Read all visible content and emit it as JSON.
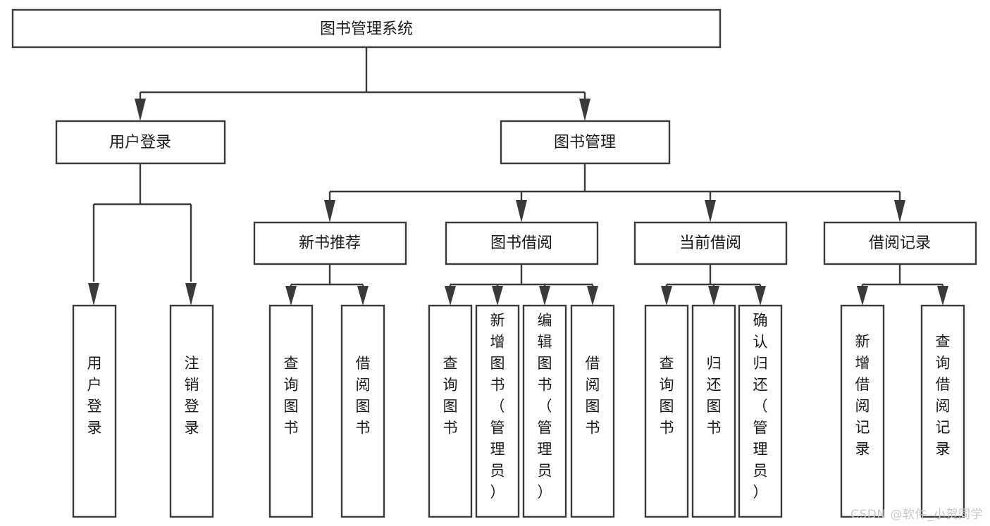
{
  "diagram": {
    "title": "图书管理系统",
    "type": "tree-hierarchy-chart",
    "root": {
      "label": "图书管理系统"
    },
    "level2": [
      {
        "label": "用户登录"
      },
      {
        "label": "图书管理"
      }
    ],
    "level3": [
      {
        "label": "新书推荐"
      },
      {
        "label": "图书借阅"
      },
      {
        "label": "当前借阅"
      },
      {
        "label": "借阅记录"
      }
    ],
    "leaves": {
      "user_login": [
        {
          "label": "用户登录"
        },
        {
          "label": "注销登录"
        }
      ],
      "new_book_recommend": [
        {
          "label": "查询图书"
        },
        {
          "label": "借阅图书"
        }
      ],
      "book_borrow": [
        {
          "label": "查询图书"
        },
        {
          "label": "新增图书（管理员）"
        },
        {
          "label": "编辑图书（管理员）"
        },
        {
          "label": "借阅图书"
        }
      ],
      "current_borrow": [
        {
          "label": "查询图书"
        },
        {
          "label": "归还图书"
        },
        {
          "label": "确认归还（管理员）"
        }
      ],
      "borrow_record": [
        {
          "label": "新增借阅记录"
        },
        {
          "label": "查询借阅记录"
        }
      ]
    }
  },
  "watermark": {
    "text": "CSDN @软件_小贺同学"
  },
  "colors": {
    "border": "#3a3a3a",
    "text": "#1a1a1a",
    "background": "#ffffff",
    "watermark": "#c9c9c9"
  },
  "chart_data": {
    "type": "table",
    "title": "图书管理系统",
    "nodes": [
      {
        "id": "root",
        "label": "图书管理系统",
        "level": 0,
        "parent": null
      },
      {
        "id": "n1",
        "label": "用户登录",
        "level": 1,
        "parent": "root"
      },
      {
        "id": "n2",
        "label": "图书管理",
        "level": 1,
        "parent": "root"
      },
      {
        "id": "n1a",
        "label": "用户登录",
        "level": 2,
        "parent": "n1"
      },
      {
        "id": "n1b",
        "label": "注销登录",
        "level": 2,
        "parent": "n1"
      },
      {
        "id": "n2a",
        "label": "新书推荐",
        "level": 2,
        "parent": "n2"
      },
      {
        "id": "n2b",
        "label": "图书借阅",
        "level": 2,
        "parent": "n2"
      },
      {
        "id": "n2c",
        "label": "当前借阅",
        "level": 2,
        "parent": "n2"
      },
      {
        "id": "n2d",
        "label": "借阅记录",
        "level": 2,
        "parent": "n2"
      },
      {
        "id": "n2a1",
        "label": "查询图书",
        "level": 3,
        "parent": "n2a"
      },
      {
        "id": "n2a2",
        "label": "借阅图书",
        "level": 3,
        "parent": "n2a"
      },
      {
        "id": "n2b1",
        "label": "查询图书",
        "level": 3,
        "parent": "n2b"
      },
      {
        "id": "n2b2",
        "label": "新增图书（管理员）",
        "level": 3,
        "parent": "n2b"
      },
      {
        "id": "n2b3",
        "label": "编辑图书（管理员）",
        "level": 3,
        "parent": "n2b"
      },
      {
        "id": "n2b4",
        "label": "借阅图书",
        "level": 3,
        "parent": "n2b"
      },
      {
        "id": "n2c1",
        "label": "查询图书",
        "level": 3,
        "parent": "n2c"
      },
      {
        "id": "n2c2",
        "label": "归还图书",
        "level": 3,
        "parent": "n2c"
      },
      {
        "id": "n2c3",
        "label": "确认归还（管理员）",
        "level": 3,
        "parent": "n2c"
      },
      {
        "id": "n2d1",
        "label": "新增借阅记录",
        "level": 3,
        "parent": "n2d"
      },
      {
        "id": "n2d2",
        "label": "查询借阅记录",
        "level": 3,
        "parent": "n2d"
      }
    ]
  }
}
